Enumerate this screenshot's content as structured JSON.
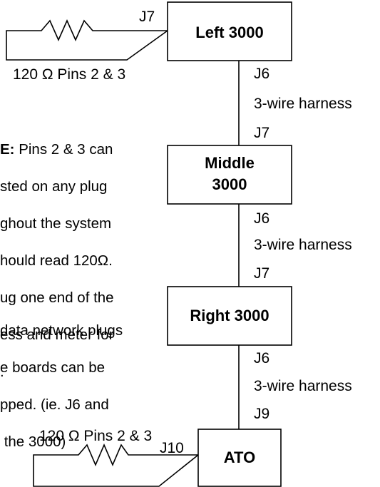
{
  "boxes": {
    "left": "Left 3000",
    "middle_line1": "Middle",
    "middle_line2": "3000",
    "right": "Right 3000",
    "ato": "ATO"
  },
  "connectors": {
    "left_top_j7": "J7",
    "left_bottom_j6": "J6",
    "harness1": "3-wire harness",
    "middle_top_j7": "J7",
    "middle_bottom_j6": "J6",
    "harness2": "3-wire harness",
    "right_top_j7": "J7",
    "right_bottom_j6": "J6",
    "harness3": "3-wire harness",
    "ato_top_j9": "J9",
    "ato_left_j10": "J10"
  },
  "terminators": {
    "top_label": "120 Ω Pins 2 & 3",
    "bottom_label": "120 Ω Pins 2 & 3"
  },
  "notes": {
    "note_heading": "E:",
    "note_line1": " Pins 2 & 3 can",
    "note_line2": "sted on any plug",
    "note_line3": "ghout the system",
    "note_line4": "hould read 120Ω.",
    "note_line5": "ug one end of the",
    "note_line6": "ess and meter for",
    "note_line7": ".",
    "tip_line1": "data network plugs",
    "tip_line2": "e boards can be",
    "tip_line3": "pped. (ie. J6 and",
    "tip_line4": " the 3000)"
  }
}
